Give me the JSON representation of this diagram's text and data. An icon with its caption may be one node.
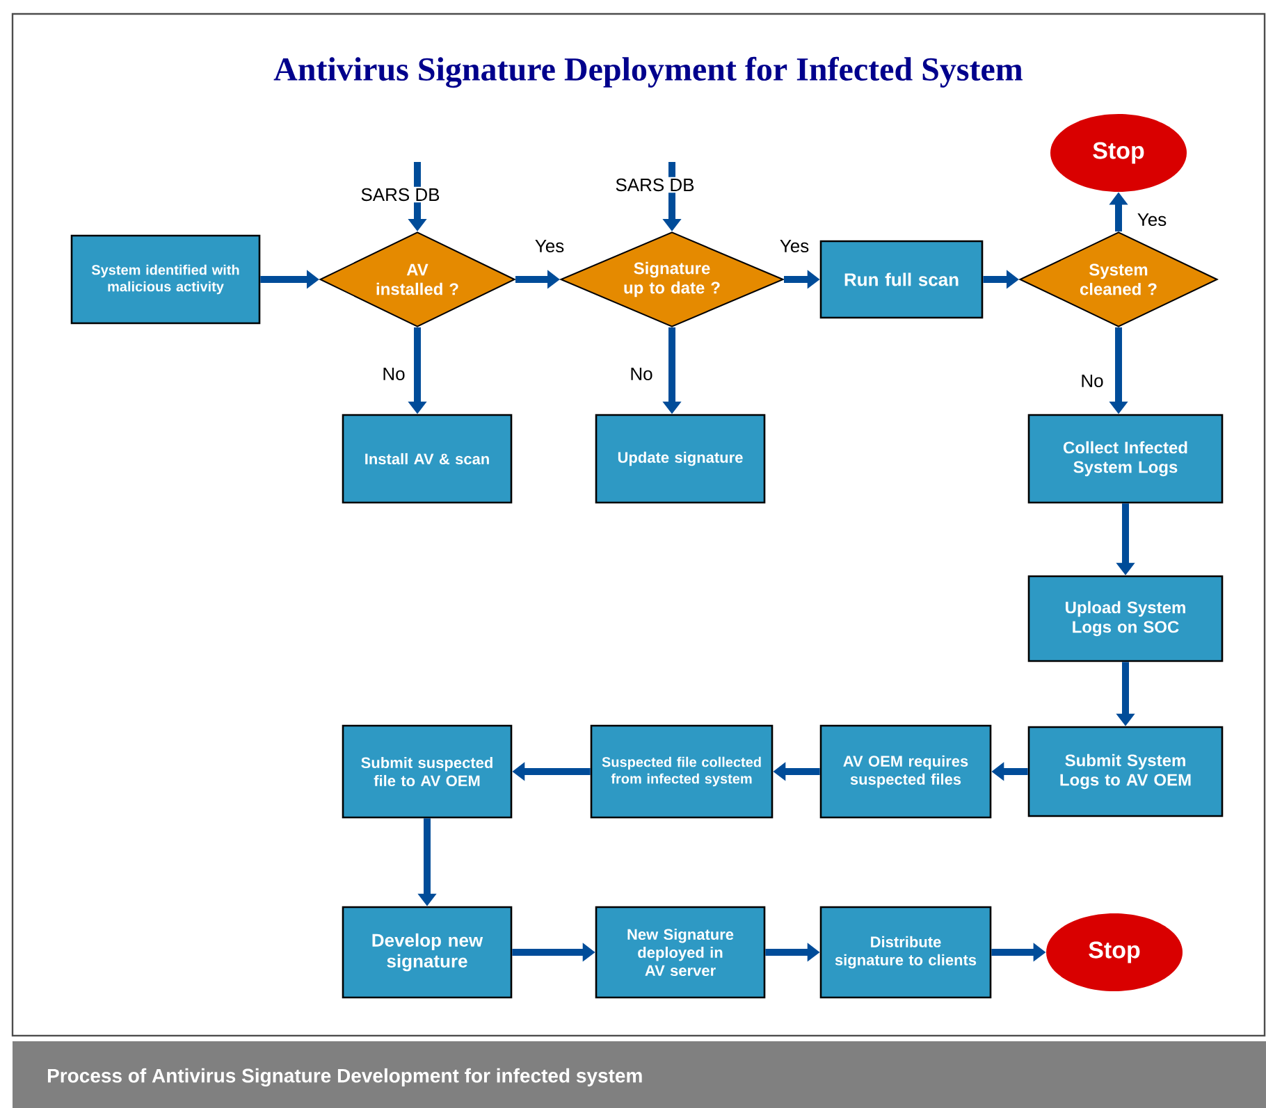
{
  "diagram": {
    "title": "Antivirus Signature Deployment for Infected System",
    "caption": "Process of  Antivirus Signature Development for infected system",
    "nodes": [
      {
        "text": [
          "System identified with malicious activity"
        ]
      },
      {
        "text": [
          "AV installed ?"
        ]
      },
      {
        "text": [
          "Signature up to date ?"
        ]
      },
      {
        "text": [
          "Run full scan"
        ]
      },
      {
        "text": [
          "System cleaned ?"
        ]
      },
      {
        "text": [
          "Stop"
        ]
      },
      {
        "text": [
          "Install AV & scan"
        ]
      },
      {
        "text": [
          "Update signature"
        ]
      },
      {
        "text": [
          "Collect Infected System Logs"
        ]
      },
      {
        "text": [
          "Upload System Logs on SOC"
        ]
      },
      {
        "text": [
          "Submit System Logs to AV OEM"
        ]
      },
      {
        "text": [
          "AV OEM requires suspected files"
        ]
      },
      {
        "text": [
          "Suspected file collected from infected system"
        ]
      },
      {
        "text": [
          "Submit suspected file to AV OEM"
        ]
      },
      {
        "text": [
          "Develop new signature"
        ]
      },
      {
        "text": [
          "New Signature deployed in AV server"
        ]
      },
      {
        "text": [
          "Distribute signature to clients"
        ]
      },
      {
        "text": [
          "Stop"
        ]
      }
    ],
    "edges": [
      {
        "from": null,
        "to": 1,
        "arrow": "to",
        "label": "SARS DB"
      },
      {
        "from": null,
        "to": 2,
        "arrow": "to",
        "label": "SARS DB"
      },
      {
        "from": 0,
        "to": 1,
        "arrow": "to"
      },
      {
        "from": 1,
        "to": 2,
        "arrow": "to",
        "label": "Yes"
      },
      {
        "from": 2,
        "to": 3,
        "arrow": "to",
        "label": "Yes"
      },
      {
        "from": 3,
        "to": 4,
        "arrow": "to"
      },
      {
        "from": 4,
        "to": 5,
        "arrow": "to",
        "label": "Yes"
      },
      {
        "from": 1,
        "to": 6,
        "arrow": "to",
        "label": "No"
      },
      {
        "from": 2,
        "to": 7,
        "arrow": "to",
        "label": "No"
      },
      {
        "from": 4,
        "to": 8,
        "arrow": "to",
        "label": "No"
      },
      {
        "from": 8,
        "to": 9,
        "arrow": "to"
      },
      {
        "from": 9,
        "to": 10,
        "arrow": "to"
      },
      {
        "from": 10,
        "to": 11,
        "arrow": "to"
      },
      {
        "from": 11,
        "to": 12,
        "arrow": "to"
      },
      {
        "from": 12,
        "to": 13,
        "arrow": "to"
      },
      {
        "from": 13,
        "to": 14,
        "arrow": "to"
      },
      {
        "from": 14,
        "to": 15,
        "arrow": "to"
      },
      {
        "from": 15,
        "to": 16,
        "arrow": "to"
      },
      {
        "from": 16,
        "to": 17,
        "arrow": "to"
      }
    ]
  }
}
